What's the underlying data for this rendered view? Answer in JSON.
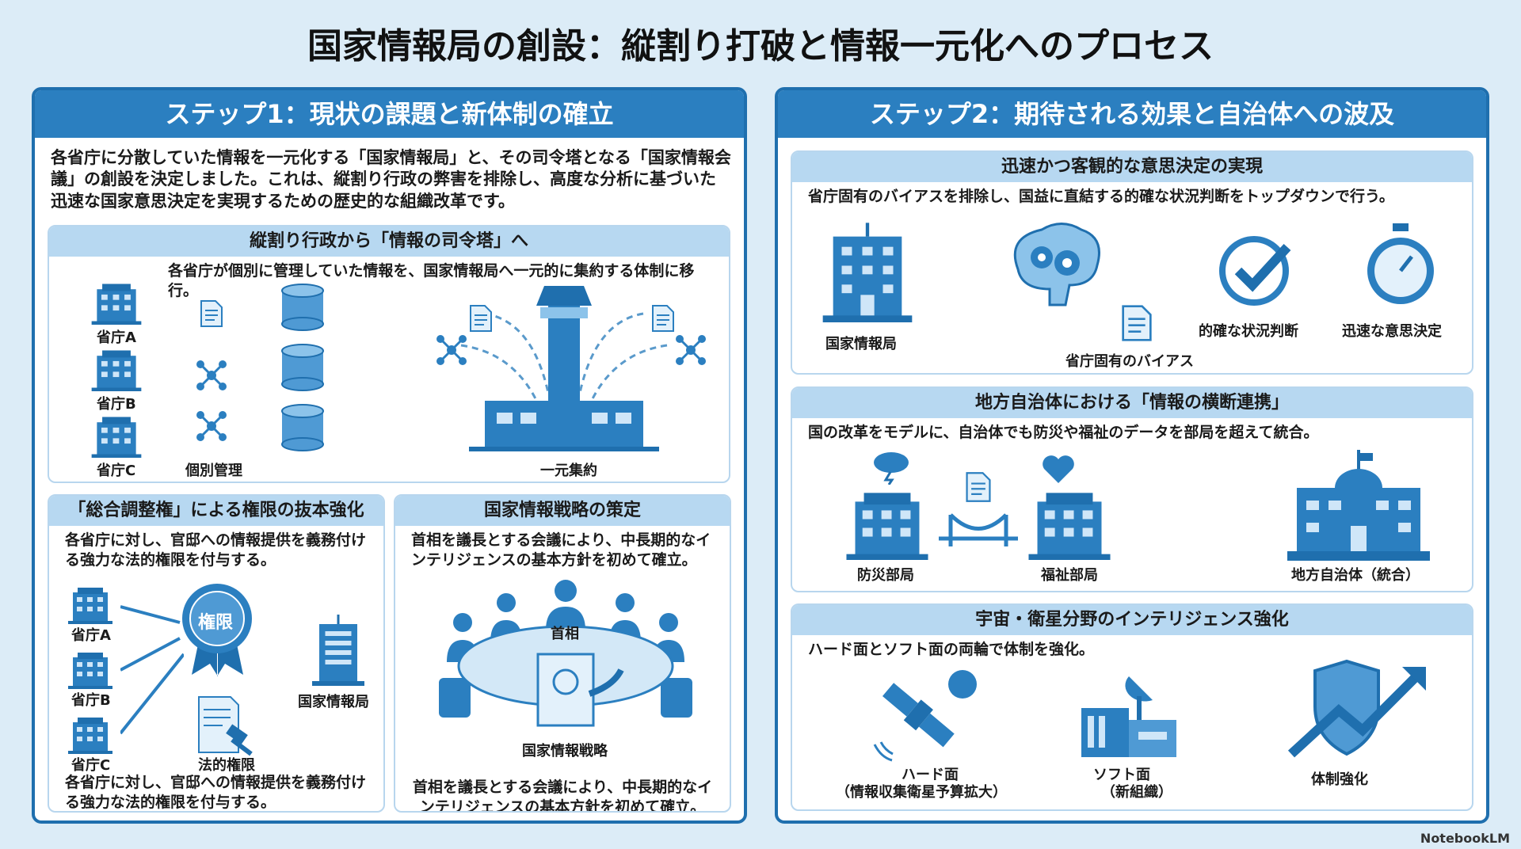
{
  "title": "国家情報局の創設：縦割り打破と情報一元化へのプロセス",
  "step1": {
    "header": "ステップ1：現状の課題と新体制の確立",
    "intro": "各省庁に分散していた情報を一元化する「国家情報局」と、その司令塔となる「国家情報会議」の創設を決定しました。これは、縦割り行政の弊害を排除し、高度な分析に基づいた迅速な国家意思決定を実現するための歴史的な組織改革です。",
    "box1": {
      "title": "縦割り行政から「情報の司令塔」へ",
      "desc": "各省庁が個別に管理していた情報を、国家情報局へ一元的に集約する体制に移行。",
      "agencies": [
        "省庁A",
        "省庁B",
        "省庁C"
      ],
      "label_individual": "個別管理",
      "label_unified": "一元集約"
    },
    "box2": {
      "title": "「総合調整権」による権限の抜本強化",
      "desc": "各省庁に対し、官邸への情報提供を義務付ける強力な法的権限を付与する。",
      "agencies": [
        "省庁A",
        "省庁B",
        "省庁C"
      ],
      "badge": "権限",
      "label_legal": "法的権限",
      "label_bureau": "国家情報局",
      "footer": "各省庁に対し、官邸への情報提供を義務付ける強力な法的権限を付与する。"
    },
    "box3": {
      "title": "国家情報戦略の策定",
      "desc": "首相を議長とする会議により、中長期的なインテリジェンスの基本方針を初めて確立。",
      "label_pm": "首相",
      "label_strategy": "国家情報戦略",
      "footer": "首相を議長とする会議により、中長期的なインテリジェンスの基本方針を初めて確立。"
    }
  },
  "step2": {
    "header": "ステップ2：期待される効果と自治体への波及",
    "boxA": {
      "title": "迅速かつ客観的な意思決定の実現",
      "desc": "省庁固有のバイアスを排除し、国益に直結する的確な状況判断をトップダウンで行う。",
      "labels": [
        "国家情報局",
        "省庁固有のバイアス",
        "的確な状況判断",
        "迅速な意思決定"
      ]
    },
    "boxB": {
      "title": "地方自治体における「情報の横断連携」",
      "desc": "国の改革をモデルに、自治体でも防災や福祉のデータを部局を超えて統合。",
      "labels": [
        "防災部局",
        "福祉部局",
        "地方自治体（統合）"
      ]
    },
    "boxC": {
      "title": "宇宙・衛星分野のインテリジェンス強化",
      "desc": "ハード面とソフト面の両輪で体制を強化。",
      "hard": "ハード面",
      "hard_sub": "（情報収集衛星予算拡大）",
      "soft": "ソフト面",
      "soft_sub": "（新組織）",
      "label_strength": "体制強化"
    }
  },
  "footer": "NotebookLM",
  "colors": {
    "accent": "#2b7fc0",
    "light": "#b7d8f1",
    "bg": "#dcecf7"
  }
}
